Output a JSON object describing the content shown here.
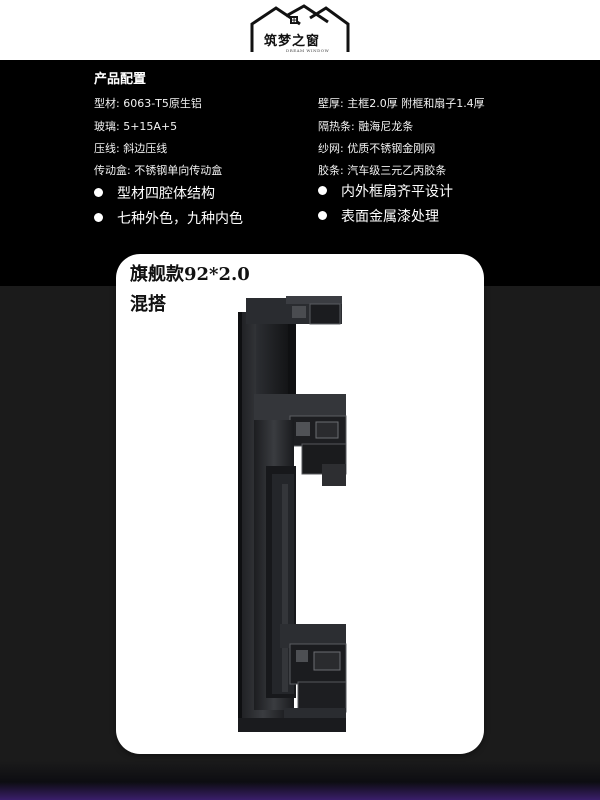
{
  "brand": {
    "name": "筑梦之窗",
    "tagline": "DREAM WINDOW"
  },
  "specs": {
    "title": "产品配置",
    "left": [
      "型材: 6063-T5原生铝",
      "玻璃: 5+15A+5",
      "压线: 斜边压线",
      "传动盒: 不锈钢单向传动盒"
    ],
    "right": [
      "壁厚: 主框2.0厚  附框和扇子1.4厚",
      "隔热条: 融海尼龙条",
      "纱网: 优质不锈钢金刚网",
      "胶条: 汽车级三元乙丙胶条"
    ],
    "features": [
      "型材四腔体结构",
      "内外框扇齐平设计",
      "七种外色，九种内色",
      "表面金属漆处理"
    ]
  },
  "card": {
    "title": "旗舰款92*2.0",
    "subtitle": "混搭"
  },
  "colors": {
    "background_top": "#000000",
    "background_bottom": "#1b1b1b",
    "card": "#ffffff",
    "accent_bottom": "#3a1e6a"
  }
}
